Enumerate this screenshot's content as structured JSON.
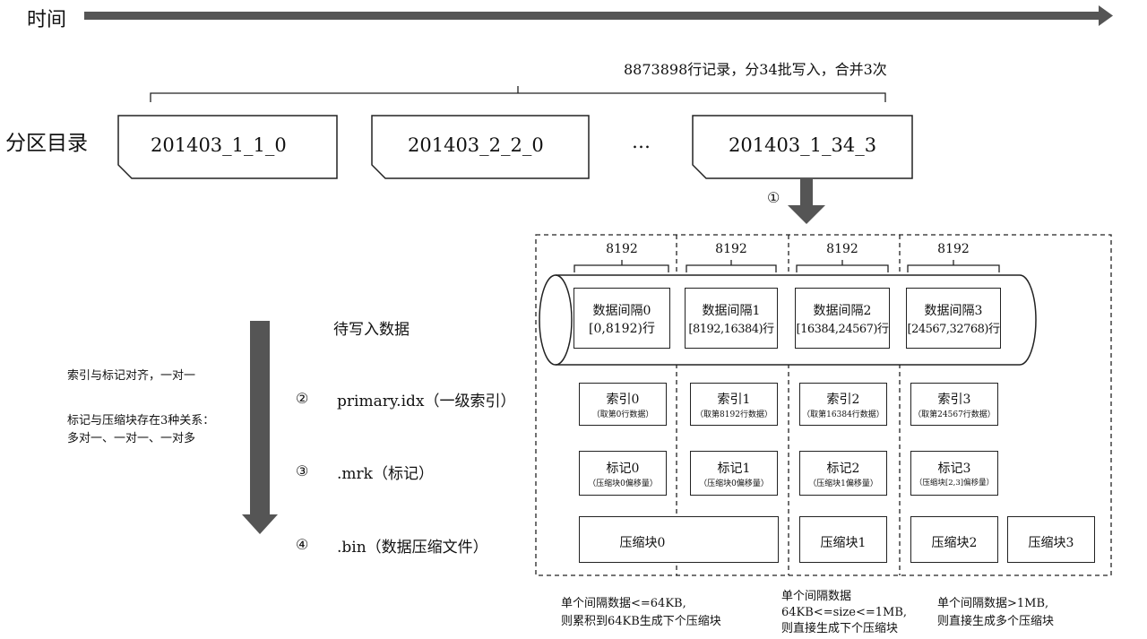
{
  "time_label": "时间",
  "write_note": "8873898行记录，分34批写入，合并3次",
  "partition_label": "分区目录",
  "partitions": [
    "201403_1_1_0",
    "201403_2_2_0",
    "…",
    "201403_1_34_3"
  ],
  "step1": "①",
  "pending_label": "待写入数据",
  "granule_size": [
    "8192",
    "8192",
    "8192",
    "8192"
  ],
  "granules": [
    {
      "title": "数据间隔0",
      "range": "[0,8192)行"
    },
    {
      "title": "数据间隔1",
      "range": "[8192,16384)行"
    },
    {
      "title": "数据间隔2",
      "range": "[16384,24567)行"
    },
    {
      "title": "数据间隔3",
      "range": "[24567,32768)行"
    }
  ],
  "rows": [
    {
      "num": "②",
      "label": "primary.idx（一级索引）"
    },
    {
      "num": "③",
      "label": ".mrk（标记）"
    },
    {
      "num": "④",
      "label": ".bin（数据压缩文件）"
    }
  ],
  "indexes": [
    {
      "title": "索引0",
      "sub": "（取第0行数据）"
    },
    {
      "title": "索引1",
      "sub": "（取第8192行数据）"
    },
    {
      "title": "索引2",
      "sub": "（取第16384行数据）"
    },
    {
      "title": "索引3",
      "sub": "（取第24567行数据）"
    }
  ],
  "marks": [
    {
      "title": "标记0",
      "sub": "（压缩块0偏移量）"
    },
    {
      "title": "标记1",
      "sub": "（压缩块0偏移量）"
    },
    {
      "title": "标记2",
      "sub": "（压缩块1偏移量）"
    },
    {
      "title": "标记3",
      "sub": "（压缩块[2,3]偏移量）"
    }
  ],
  "blocks": [
    "压缩块0",
    "压缩块1",
    "压缩块2",
    "压缩块3"
  ],
  "left_notes": {
    "line1": "索引与标记对齐，一对一",
    "line2": "标记与压缩块存在3种关系：",
    "line3": "多对一、一对一、一对多"
  },
  "bottom_notes": [
    {
      "l1": "单个间隔数据<=64KB,",
      "l2": "则累积到64KB生成下个压缩块",
      "l3": ""
    },
    {
      "l1": "单个间隔数据",
      "l2": "64KB<=size<=1MB,",
      "l3": "则直接生成下个压缩块"
    },
    {
      "l1": "单个间隔数据>1MB,",
      "l2": "则直接生成多个压缩块",
      "l3": ""
    }
  ]
}
